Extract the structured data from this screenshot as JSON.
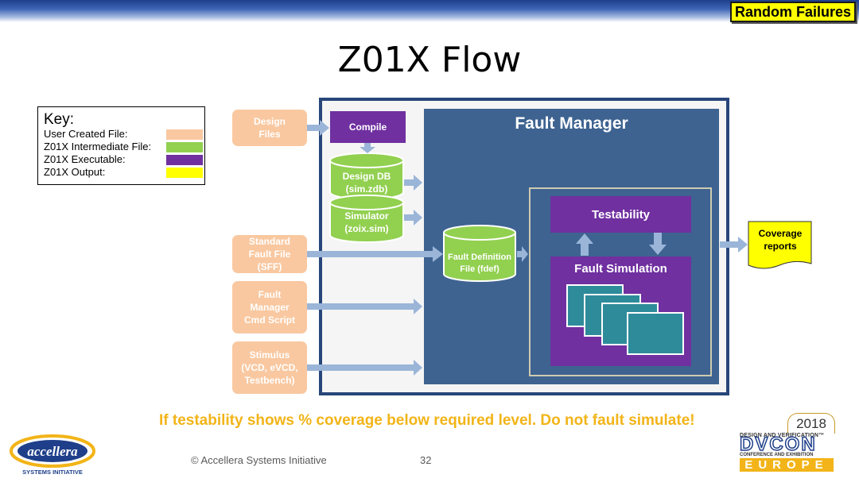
{
  "slide": {
    "title": "Z01X Flow",
    "tag": "Random Failures",
    "note": "If testability shows % coverage below required level. Do not fault simulate!",
    "copyright": "© Accellera Systems Initiative",
    "page_number": "32"
  },
  "key": {
    "title": "Key:",
    "items": [
      {
        "label": "User Created File:",
        "color": "#f9c8a0"
      },
      {
        "label": "Z01X Intermediate File:",
        "color": "#92d050"
      },
      {
        "label": "Z01X Executable:",
        "color": "#7030a0"
      },
      {
        "label": "Z01X Output:",
        "color": "#ffff00"
      }
    ]
  },
  "inputs": {
    "design_files": "Design Files",
    "standard_fault_file": "Standard Fault File (SFF)",
    "fault_manager_script": "Fault Manager Cmd Script",
    "stimulus": "Stimulus (VCD, eVCD, Testbench)"
  },
  "nodes": {
    "compile": "Compile",
    "design_db": "Design DB (sim.zdb)",
    "simulator": "Simulator (zoix.sim)",
    "fault_def": "Fault Definition File (fdef)",
    "fault_manager": "Fault Manager",
    "testability": "Testability",
    "fault_simulation": "Fault Simulation",
    "coverage_reports": "Coverage reports"
  },
  "logos": {
    "accellera_name": "accellera",
    "accellera_sub": "SYSTEMS INITIATIVE",
    "dvcon_year": "2018",
    "dvcon_line1": "DESIGN AND VERIFICATION™",
    "dvcon_name": "DVCON",
    "dvcon_line2": "CONFERENCE AND EXHIBITION",
    "dvcon_region": "EUROPE"
  },
  "colors": {
    "user_file": "#f9c8a0",
    "intermediate": "#92d050",
    "executable": "#7030a0",
    "output": "#ffff00",
    "fault_manager_bg": "#3e6391",
    "arrow": "#9ab5d8",
    "note": "#f2b418"
  }
}
